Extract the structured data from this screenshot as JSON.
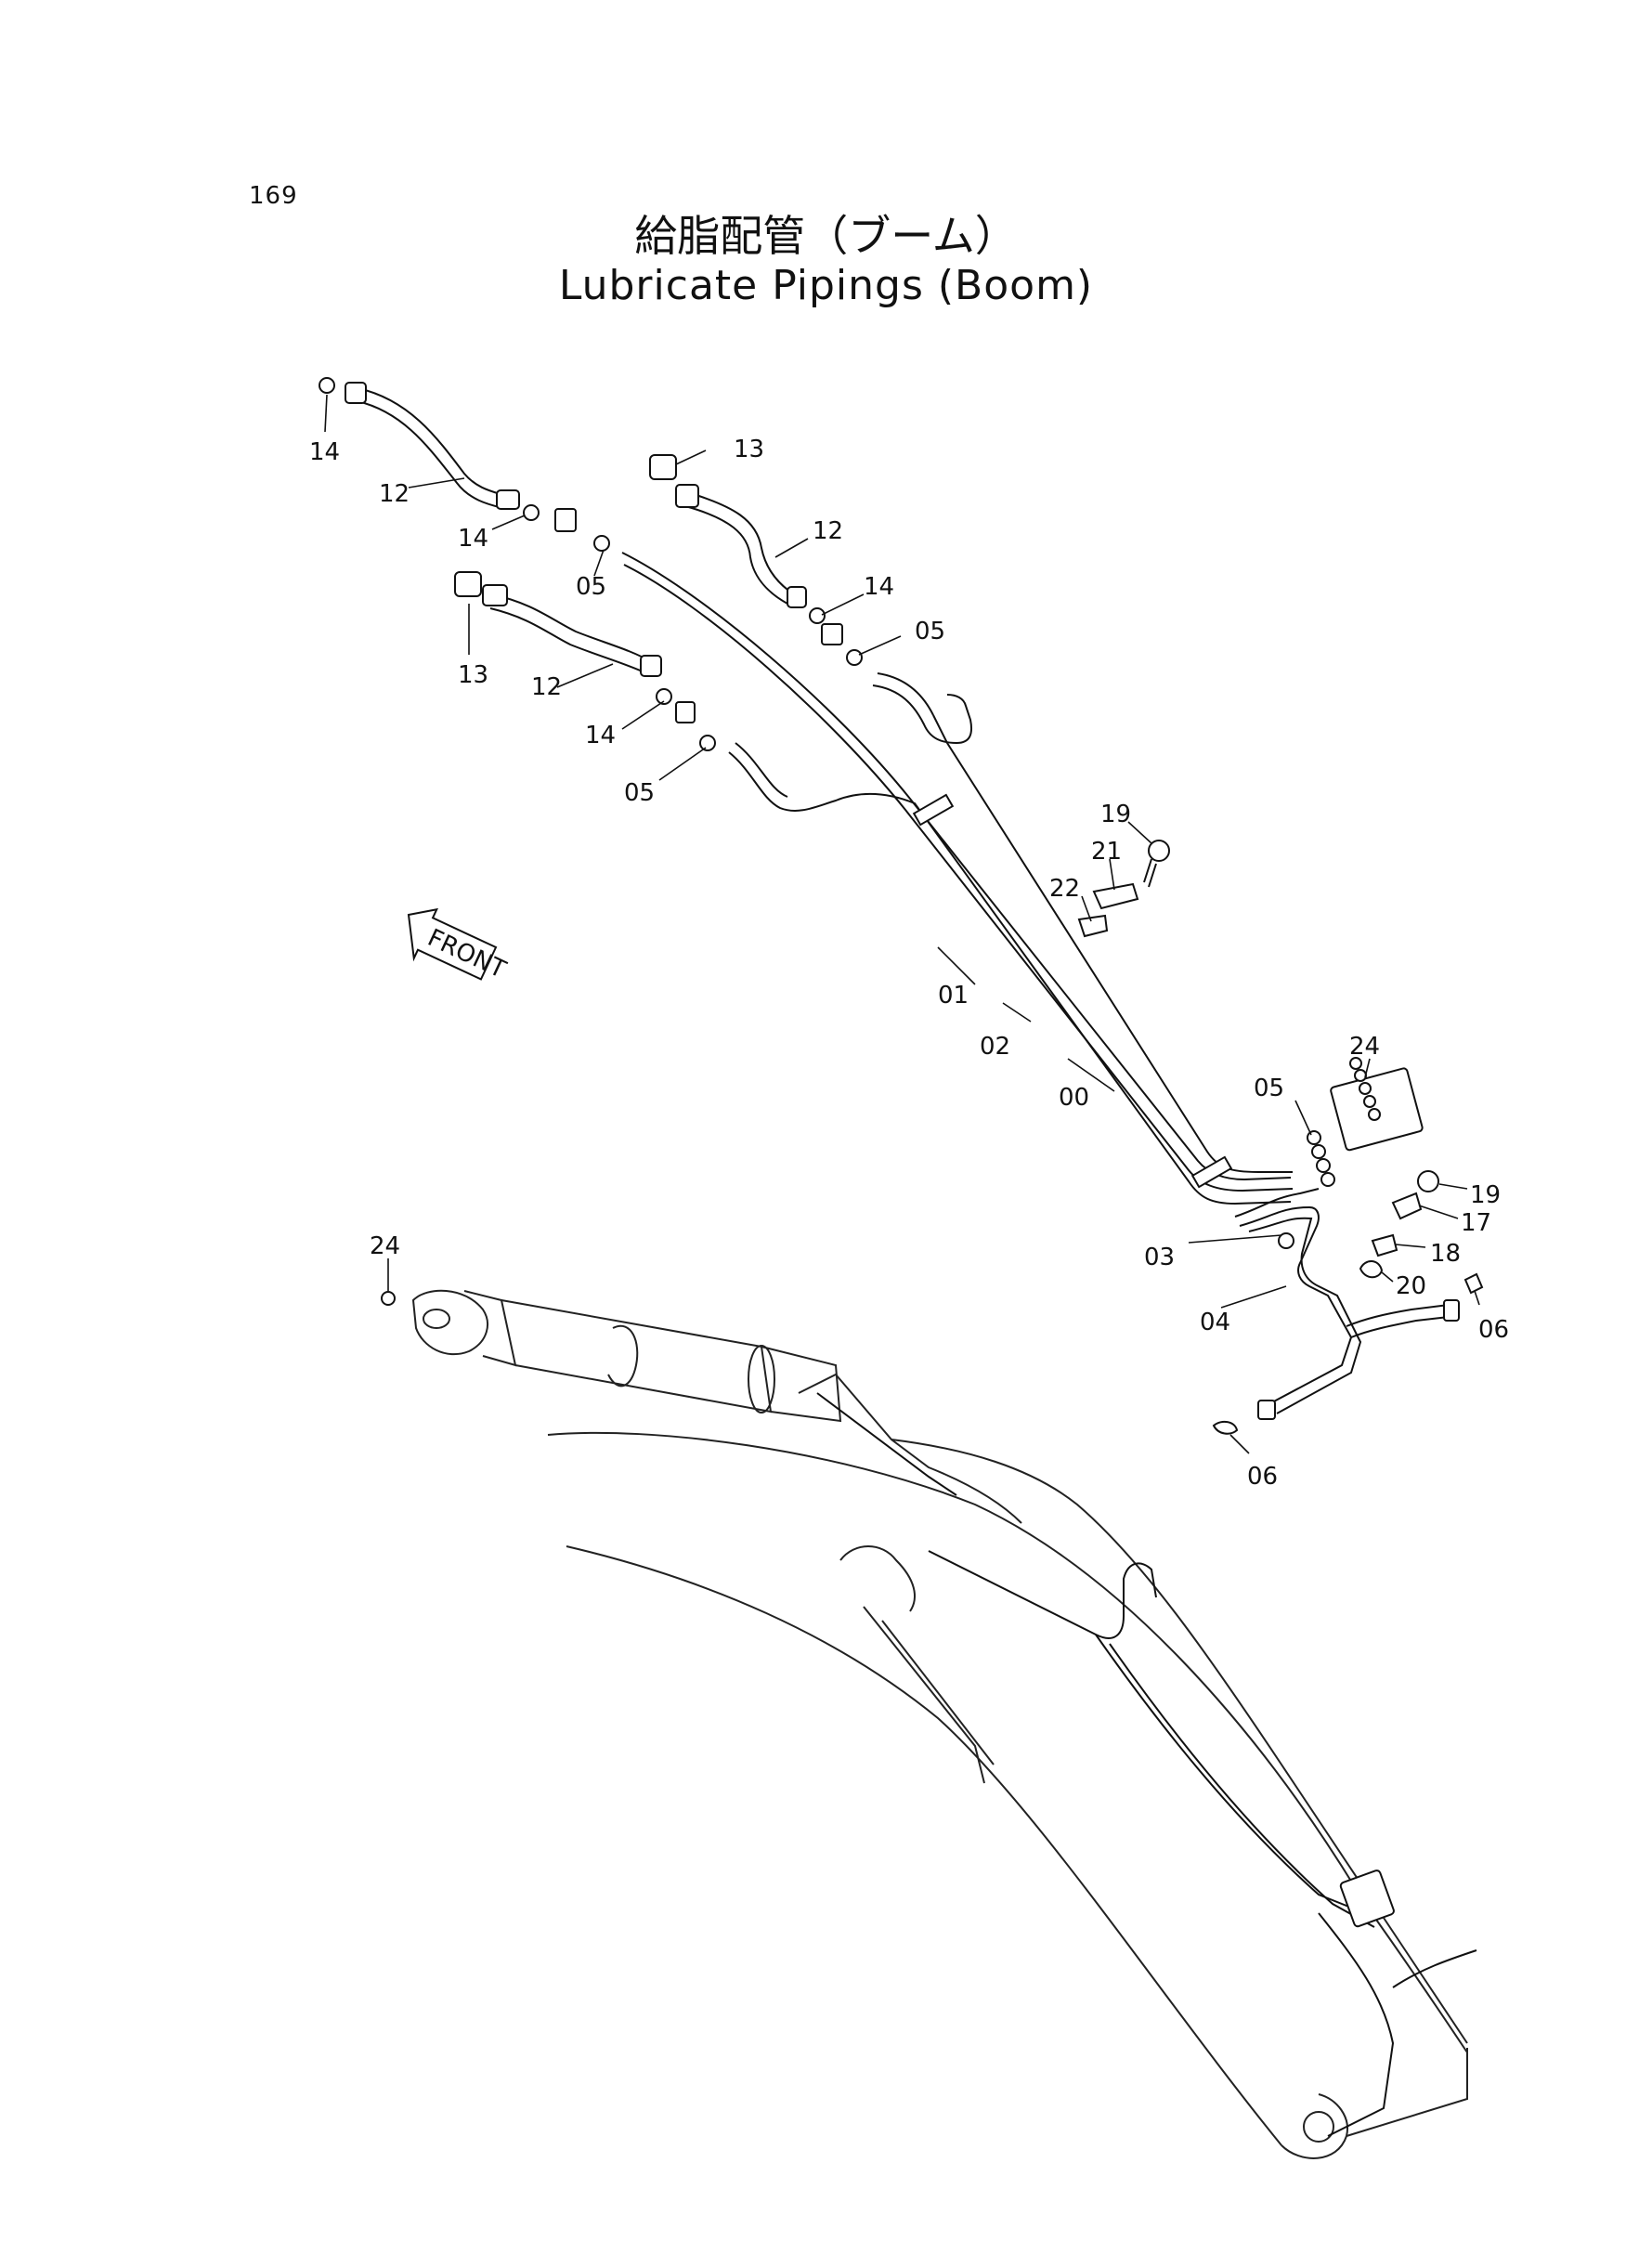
{
  "page_number": "169",
  "title_ja": "給脂配管（ブーム）",
  "title_en": "Lubricate Pipings (Boom)",
  "front_label": "FRONT",
  "callouts": {
    "p14a": "14",
    "p12a": "12",
    "p14b": "14",
    "p05a": "05",
    "p13a": "13",
    "p12b": "12",
    "p14c": "14",
    "p05b": "05",
    "p13b": "13",
    "p12c": "12",
    "p14d": "14",
    "p05c": "05",
    "p19a": "19",
    "p21": "21",
    "p22": "22",
    "p01": "01",
    "p02": "02",
    "p00": "00",
    "p24a": "24",
    "p05d": "05",
    "p19b": "19",
    "p17": "17",
    "p18": "18",
    "p20": "20",
    "p03": "03",
    "p04": "04",
    "p06a": "06",
    "p06b": "06",
    "p24b": "24"
  }
}
